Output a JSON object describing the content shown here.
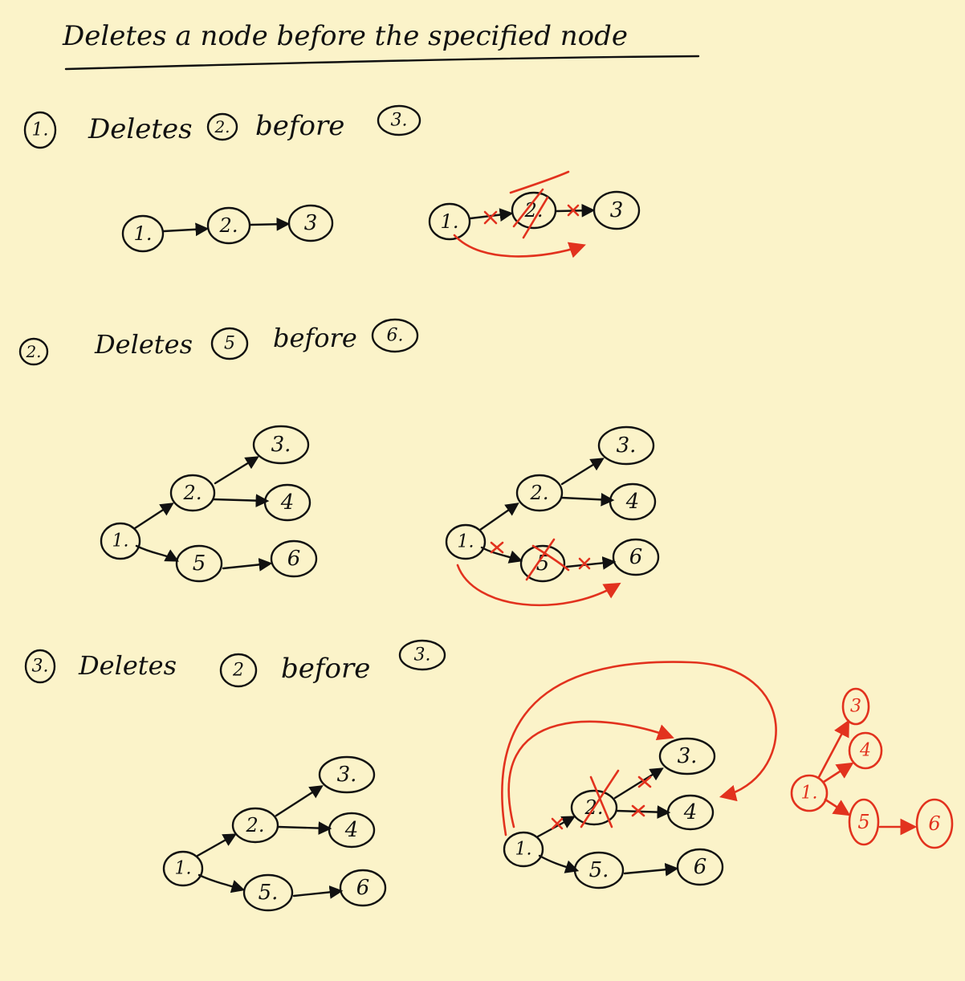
{
  "title": "Deletes a node before the specified node",
  "sections": [
    {
      "number": "1.",
      "text": "Deletes",
      "target": "2.",
      "word": "before",
      "ref": "3."
    },
    {
      "number": "2.",
      "text": "Deletes",
      "target": "5",
      "word": "before",
      "ref": "6."
    },
    {
      "number": "3.",
      "text": "Deletes",
      "target": "2",
      "word": "before",
      "ref": "3."
    }
  ],
  "node_labels": {
    "n1": "1.",
    "n2": "2.",
    "n3": "3",
    "n3b": "3.",
    "n4": "4",
    "n5": "5",
    "n5b": "5.",
    "n6": "6",
    "r3": "3",
    "r4": "4",
    "r5": "5",
    "r6": "6",
    "r1": "1."
  },
  "colors": {
    "ink": "#111111",
    "accent": "#e2321e",
    "paper": "#fbf3c9"
  }
}
